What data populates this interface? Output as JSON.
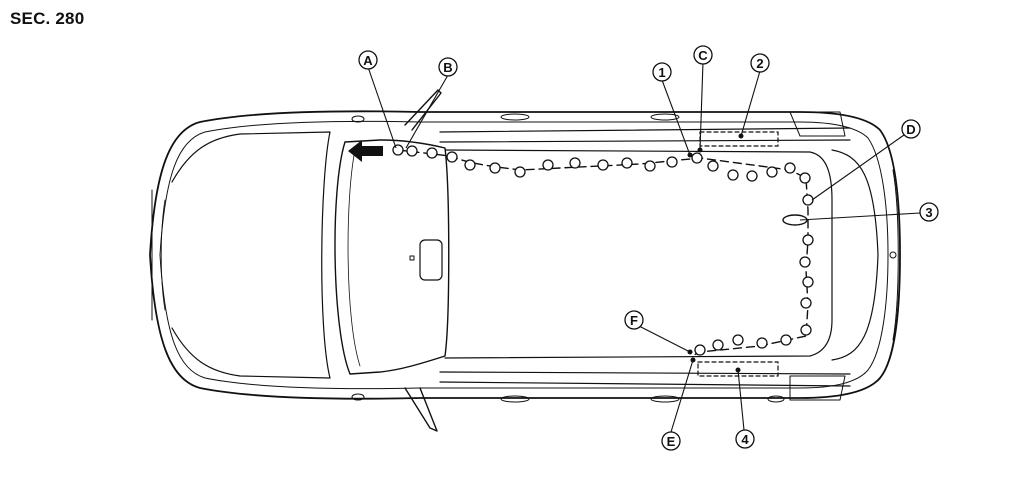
{
  "section_label": "SEC. 280",
  "callouts": [
    {
      "id": "A",
      "text": "A"
    },
    {
      "id": "B",
      "text": "B"
    },
    {
      "id": "C",
      "text": "C"
    },
    {
      "id": "D",
      "text": "D"
    },
    {
      "id": "E",
      "text": "E"
    },
    {
      "id": "F",
      "text": "F"
    },
    {
      "id": "1",
      "text": "1"
    },
    {
      "id": "2",
      "text": "2"
    },
    {
      "id": "3",
      "text": "3"
    },
    {
      "id": "4",
      "text": "4"
    }
  ]
}
